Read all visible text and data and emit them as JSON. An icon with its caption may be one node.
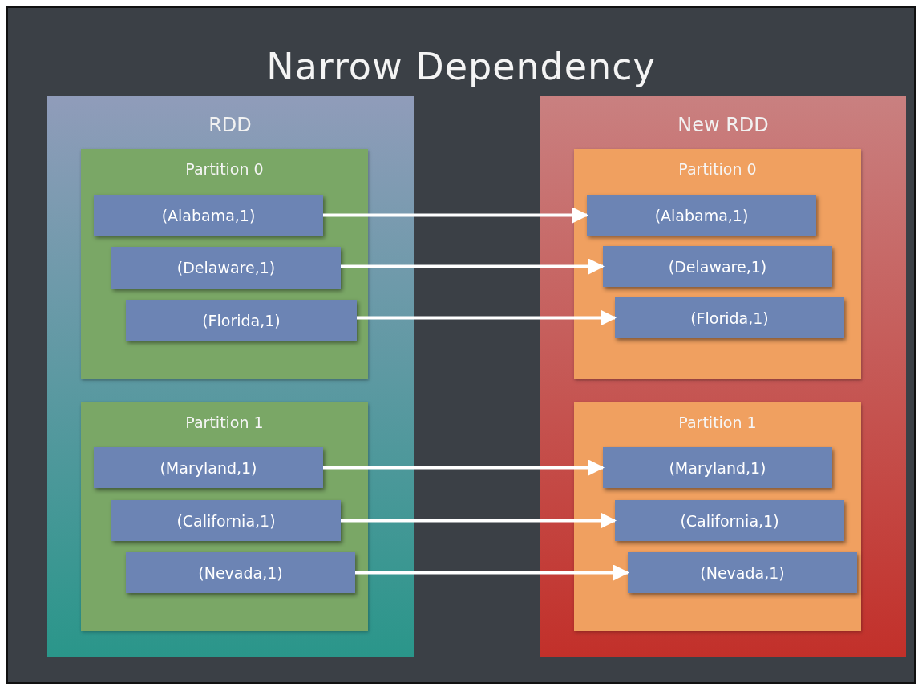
{
  "diagram": {
    "title": "Narrow Dependency",
    "nodes": [
      {
        "text": [
          "RDD"
        ]
      },
      {
        "text": [
          "Partition 0"
        ],
        "in": 0
      },
      {
        "text": [
          "(Alabama,1)"
        ],
        "in": 1
      },
      {
        "text": [
          "(Delaware,1)"
        ],
        "in": 1
      },
      {
        "text": [
          "(Florida,1)"
        ],
        "in": 1
      },
      {
        "text": [
          "Partition 1"
        ],
        "in": 0
      },
      {
        "text": [
          "(Maryland,1)"
        ],
        "in": 5
      },
      {
        "text": [
          "(California,1)"
        ],
        "in": 5
      },
      {
        "text": [
          "(Nevada,1)"
        ],
        "in": 5
      },
      {
        "text": [
          "New RDD"
        ]
      },
      {
        "text": [
          "Partition 0"
        ],
        "in": 9
      },
      {
        "text": [
          "(Alabama,1)"
        ],
        "in": 10
      },
      {
        "text": [
          "(Delaware,1)"
        ],
        "in": 10
      },
      {
        "text": [
          "(Florida,1)"
        ],
        "in": 10
      },
      {
        "text": [
          "Partition 1"
        ],
        "in": 9
      },
      {
        "text": [
          "(Maryland,1)"
        ],
        "in": 14
      },
      {
        "text": [
          "(California,1)"
        ],
        "in": 14
      },
      {
        "text": [
          "(Nevada,1)"
        ],
        "in": 14
      }
    ],
    "edges": [
      {
        "from": 2,
        "to": 11,
        "arrow": "to"
      },
      {
        "from": 3,
        "to": 12,
        "arrow": "to"
      },
      {
        "from": 4,
        "to": 13,
        "arrow": "to"
      },
      {
        "from": 6,
        "to": 15,
        "arrow": "to"
      },
      {
        "from": 7,
        "to": 16,
        "arrow": "to"
      },
      {
        "from": 8,
        "to": 17,
        "arrow": "to"
      }
    ]
  }
}
